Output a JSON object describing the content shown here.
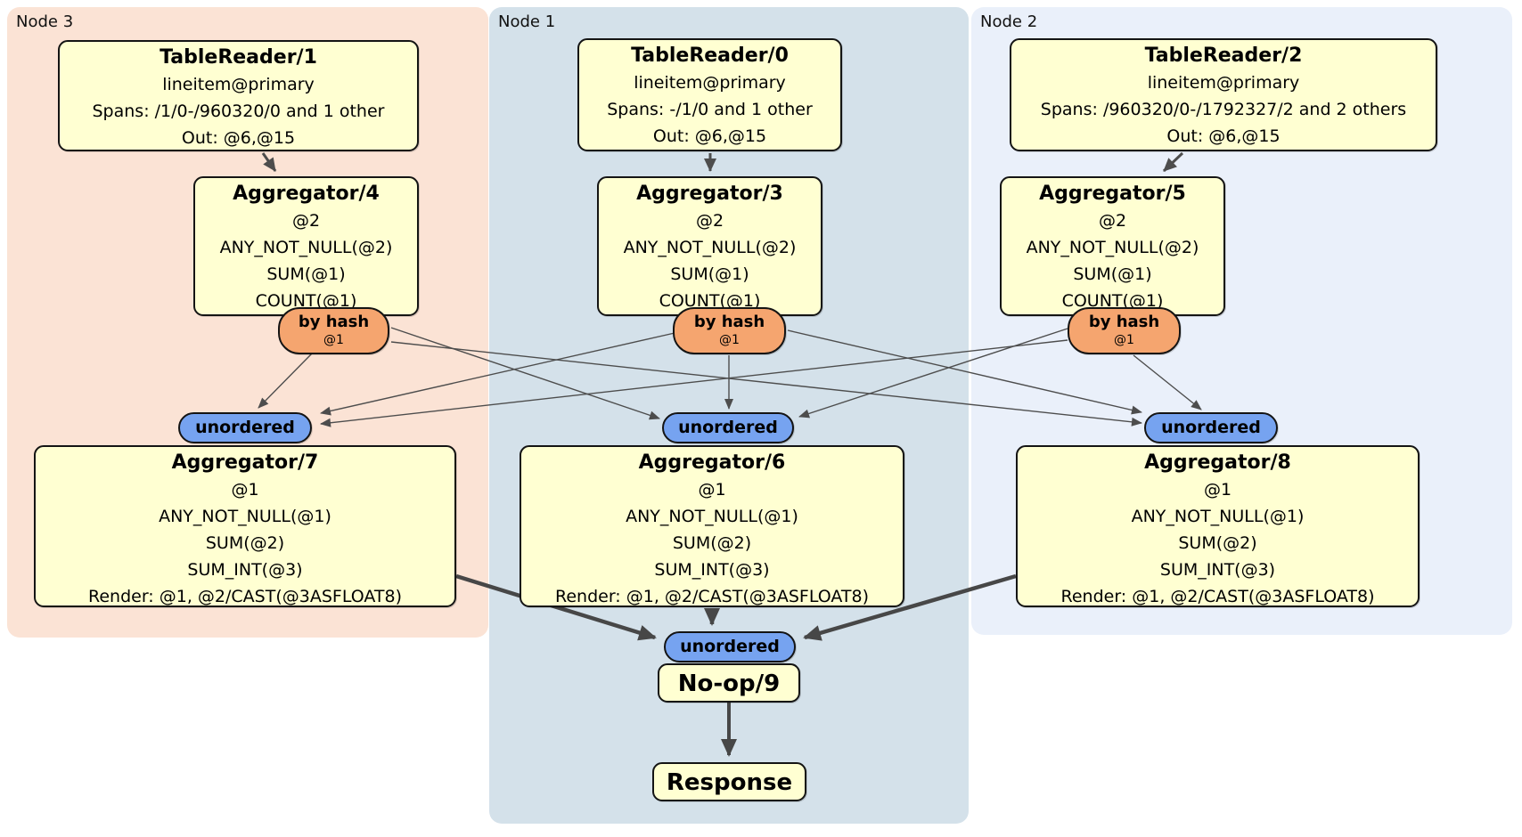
{
  "regions": {
    "node3": {
      "label": "Node 3"
    },
    "node1": {
      "label": "Node 1"
    },
    "node2": {
      "label": "Node 2"
    }
  },
  "processors": {
    "tr1": {
      "title": "TableReader/1",
      "lines": [
        "lineitem@primary",
        "Spans: /1/0-/960320/0 and 1 other",
        "Out: @6,@15"
      ]
    },
    "tr0": {
      "title": "TableReader/0",
      "lines": [
        "lineitem@primary",
        "Spans: -/1/0 and 1 other",
        "Out: @6,@15"
      ]
    },
    "tr2": {
      "title": "TableReader/2",
      "lines": [
        "lineitem@primary",
        "Spans: /960320/0-/1792327/2 and 2 others",
        "Out: @6,@15"
      ]
    },
    "agg4": {
      "title": "Aggregator/4",
      "lines": [
        "@2",
        "ANY_NOT_NULL(@2)",
        "SUM(@1)",
        "COUNT(@1)"
      ]
    },
    "agg3": {
      "title": "Aggregator/3",
      "lines": [
        "@2",
        "ANY_NOT_NULL(@2)",
        "SUM(@1)",
        "COUNT(@1)"
      ]
    },
    "agg5": {
      "title": "Aggregator/5",
      "lines": [
        "@2",
        "ANY_NOT_NULL(@2)",
        "SUM(@1)",
        "COUNT(@1)"
      ]
    },
    "agg7": {
      "title": "Aggregator/7",
      "lines": [
        "@1",
        "ANY_NOT_NULL(@1)",
        "SUM(@2)",
        "SUM_INT(@3)",
        "Render: @1, @2/CAST(@3ASFLOAT8)"
      ]
    },
    "agg6": {
      "title": "Aggregator/6",
      "lines": [
        "@1",
        "ANY_NOT_NULL(@1)",
        "SUM(@2)",
        "SUM_INT(@3)",
        "Render: @1, @2/CAST(@3ASFLOAT8)"
      ]
    },
    "agg8": {
      "title": "Aggregator/8",
      "lines": [
        "@1",
        "ANY_NOT_NULL(@1)",
        "SUM(@2)",
        "SUM_INT(@3)",
        "Render: @1, @2/CAST(@3ASFLOAT8)"
      ]
    },
    "noop": {
      "title": "No-op/9"
    },
    "response": {
      "title": "Response"
    }
  },
  "routers": {
    "hash3": {
      "label": "by hash",
      "detail": "@1"
    },
    "hash1": {
      "label": "by hash",
      "detail": "@1"
    },
    "hash2": {
      "label": "by hash",
      "detail": "@1"
    }
  },
  "streams": {
    "un3": {
      "label": "unordered"
    },
    "un1": {
      "label": "unordered"
    },
    "un2": {
      "label": "unordered"
    },
    "unfinal": {
      "label": "unordered"
    }
  },
  "colors": {
    "node3_bg": "#fbe3d5",
    "node1_bg": "#d4e1ea",
    "node2_bg": "#eaf0fa",
    "processor_fill": "#ffffd2",
    "hash_router_fill": "#f5a56f",
    "stream_fill": "#76a3f0",
    "edge": "#4d4d4d",
    "border": "#141414"
  }
}
